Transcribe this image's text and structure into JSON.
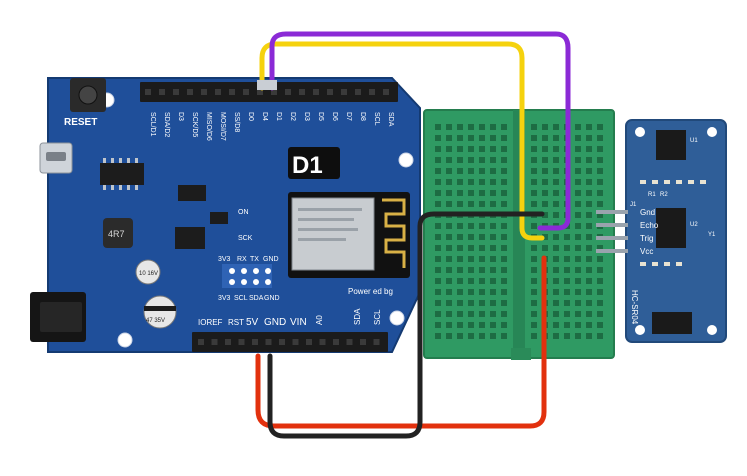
{
  "colors": {
    "board": "#1f4f9a",
    "board_dark": "#173f7e",
    "breadboard": "#2f9a63",
    "sensor": "#2f5e98",
    "wire_yellow": "#f5d20e",
    "wire_purple": "#8b2ad6",
    "wire_red": "#e2310e",
    "wire_black": "#222222"
  },
  "board": {
    "title": "D1",
    "reset_label": "RESET",
    "powered_label": "Power ed bg",
    "top_pins": [
      "SCL/D1",
      "SDA/D2",
      "D3",
      "SCK/D5",
      "MISO/D6",
      "MOSI/D7",
      "SS/D8",
      "D0",
      "D4",
      "D1",
      "D2",
      "D3",
      "D5",
      "D6",
      "D7",
      "D8",
      "SCL",
      "SDA"
    ],
    "bottom_pins": [
      "IOREF",
      "RST",
      "5V",
      "GND",
      "VIN",
      "A0",
      "SDA",
      "SCL"
    ],
    "header_labels": [
      "3V3",
      "RX",
      "TX",
      "GND"
    ],
    "header_labels_bottom": [
      "3V3",
      "SCL",
      "SDA",
      "GND"
    ],
    "misc_labels": [
      "ON",
      "SCK"
    ],
    "capacitor_1": "10 16V",
    "capacitor_2": "47 35V",
    "inductor": "4R7"
  },
  "sensor": {
    "name": "HC-SR04",
    "pins": [
      "Gnd",
      "Echo",
      "Trig",
      "Vcc"
    ],
    "ids": [
      "J1",
      "R1",
      "R2",
      "U1",
      "U2",
      "Y1"
    ]
  }
}
